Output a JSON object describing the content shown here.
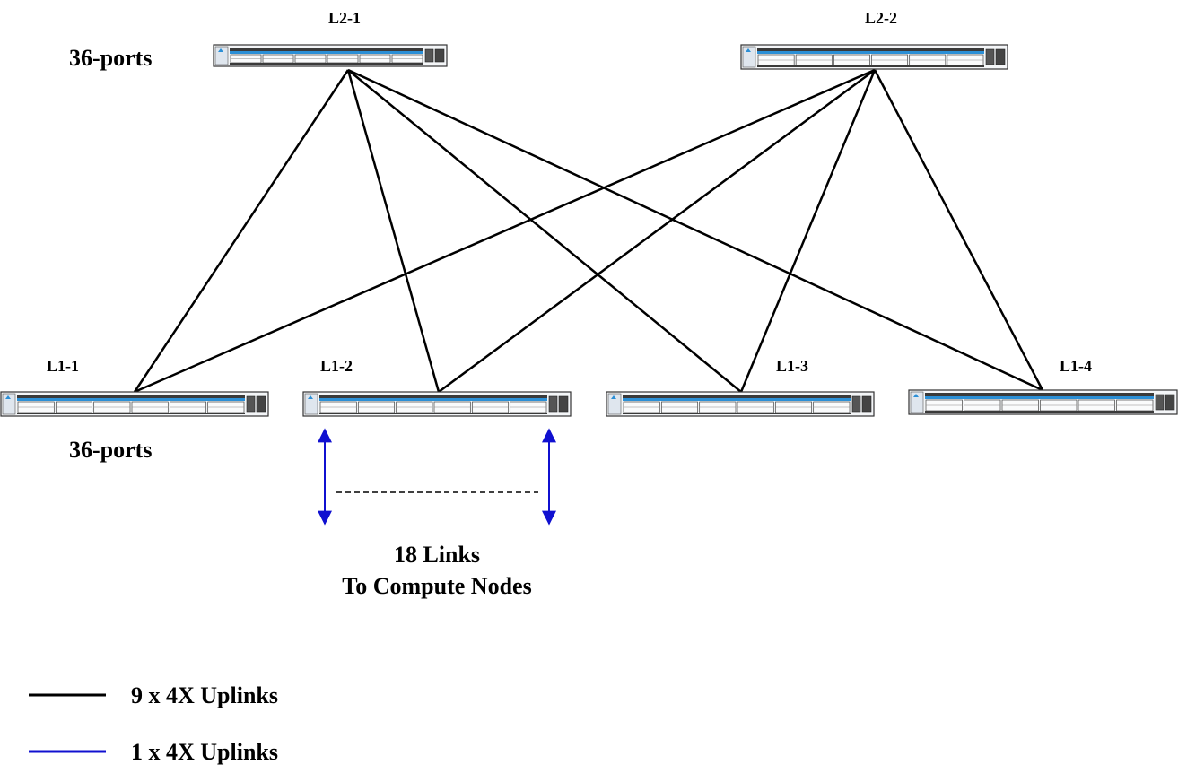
{
  "switches": {
    "spine": [
      {
        "id": "L2-1",
        "label": "L2-1"
      },
      {
        "id": "L2-2",
        "label": "L2-2"
      }
    ],
    "leaf": [
      {
        "id": "L1-1",
        "label": "L1-1"
      },
      {
        "id": "L1-2",
        "label": "L1-2"
      },
      {
        "id": "L1-3",
        "label": "L1-3"
      },
      {
        "id": "L1-4",
        "label": "L1-4"
      }
    ]
  },
  "annotations": {
    "spine_ports": "36-ports",
    "leaf_ports": "36-ports",
    "links_line1": "18 Links",
    "links_line2": "To Compute Nodes"
  },
  "connections": [
    {
      "from": "L2-1",
      "to": "L1-1"
    },
    {
      "from": "L2-1",
      "to": "L1-2"
    },
    {
      "from": "L2-1",
      "to": "L1-3"
    },
    {
      "from": "L2-1",
      "to": "L1-4"
    },
    {
      "from": "L2-2",
      "to": "L1-1"
    },
    {
      "from": "L2-2",
      "to": "L1-2"
    },
    {
      "from": "L2-2",
      "to": "L1-3"
    },
    {
      "from": "L2-2",
      "to": "L1-4"
    }
  ],
  "legend": [
    {
      "label": "9 x 4X Uplinks",
      "color": "#000000"
    },
    {
      "label": "1 x 4X Uplinks",
      "color": "#1010d0"
    }
  ],
  "colors": {
    "uplink": "#000000",
    "compute_link": "#1010d0",
    "switch_body": "#f4f6f8",
    "switch_accent": "#2b8fd6"
  }
}
